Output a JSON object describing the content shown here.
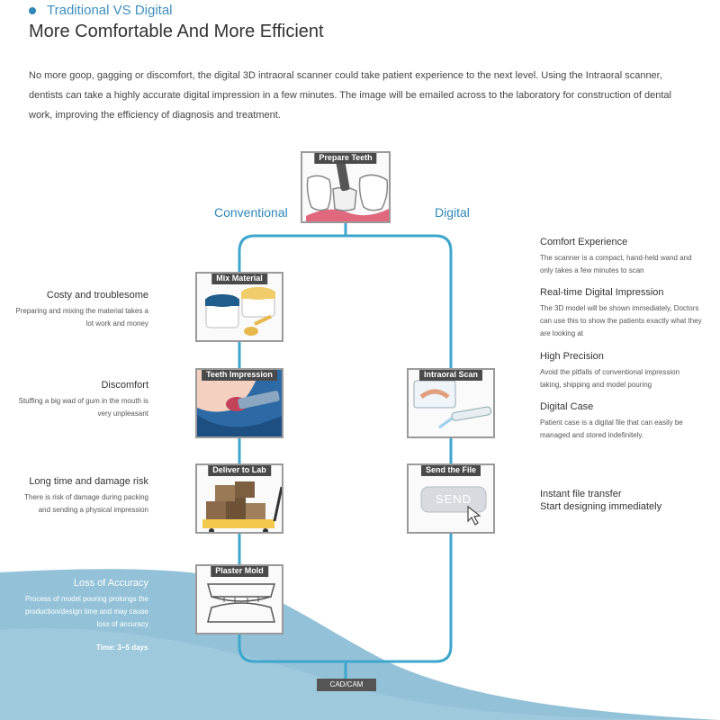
{
  "section_tag": "Traditional VS Digital",
  "heading": "More Comfortable And More Efficient",
  "intro": "No more goop, gagging or discomfort, the digital 3D intraoral scanner could take patient experience to the next level. Using the Intraoral scanner, dentists can take a highly accurate digital impression in a few minutes. The image will be emailed across to the laboratory for construction of dental work, improving the efficiency of diagnosis and treatment.",
  "branches": {
    "conventional": "Conventional",
    "digital": "Digital"
  },
  "steps": {
    "prepare": "Prepare Teeth",
    "mix": "Mix Material",
    "impression": "Teeth Impression",
    "deliver": "Deliver to Lab",
    "plaster": "Plaster Mold",
    "scan": "Intraoral Scan",
    "send": "Send the File",
    "send_button": "SEND",
    "cadcam": "CAD/CAM"
  },
  "conventional_notes": [
    {
      "title": "Costy and troublesome",
      "desc": "Preparing and mixing the material takes a lot work and money"
    },
    {
      "title": "Discomfort",
      "desc": "Stuffing a big wad of gum in the mouth is very unpleasant"
    },
    {
      "title": "Long time and damage risk",
      "desc": "There is risk of damage during packing and sending a physical impression"
    },
    {
      "title": "Loss of Accuracy",
      "desc": "Process of model pouring prolongs the production/design time and may cause loss of accuracy"
    }
  ],
  "time_note": "Time:  3~5 days",
  "digital_notes": [
    {
      "title": "Comfort Experience",
      "desc": "The scanner is a compact, hand-held wand and only takes a few minutes to scan"
    },
    {
      "title": "Real-time Digital Impression",
      "desc": "The 3D model will be shown immediately, Doctors can use this to show the patients exactly what they are looking at"
    },
    {
      "title": "High Precision",
      "desc": "Avoid the pitfalls of conventional impression taking, shipping and model pouring"
    },
    {
      "title": "Digital Case",
      "desc": "Patient case is a digital file that can easily be managed and stored indefinitely."
    }
  ],
  "transfer_lines": [
    "Instant file transfer",
    "Start designing immediately"
  ],
  "colors": {
    "accent": "#2f86b8",
    "flow_line": "#3ea6cc",
    "wave": "#8fc0d6",
    "card_label": "#4a4a4a"
  }
}
